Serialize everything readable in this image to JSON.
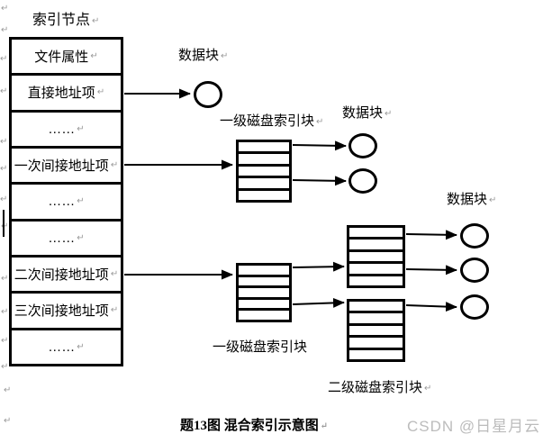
{
  "title": "索引节点",
  "marks": {
    "pilcrow": "↵"
  },
  "inode_rows": [
    "文件属性",
    "直接地址项",
    "……",
    "一次间接地址项",
    "……",
    "……",
    "二次间接地址项",
    "三次间接地址项",
    "……"
  ],
  "labels": {
    "data_block_1": "数据块",
    "data_block_2": "数据块",
    "data_block_3": "数据块",
    "level1_index_upper": "一级磁盘索引块",
    "level1_index_lower": "一级磁盘索引块",
    "level2_index": "二级磁盘索引块"
  },
  "caption": "题13图  混合索引示意图",
  "watermark": "CSDN @日星月云",
  "colors": {
    "line": "#000000",
    "watermark": "#bcbcbc",
    "format_mark": "#9a9a9a"
  }
}
